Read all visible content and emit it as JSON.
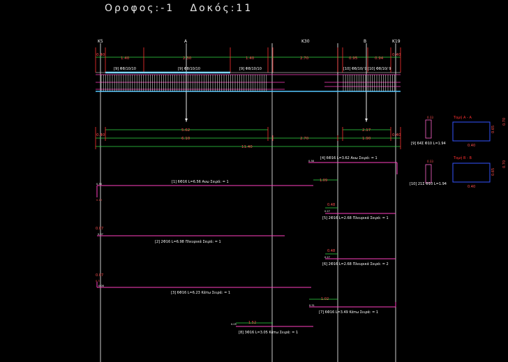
{
  "title": "Οροφος:-1   Δοκός:11",
  "colors": {
    "background": "#000000",
    "axis": "#ffffff",
    "dim_red": "#ff3030",
    "dim_green": "#33dd44",
    "bar": "#ff3fbf",
    "section": "#3355ff",
    "beam_top": "#55c8ff",
    "label": "#ffffff",
    "stirrup": "#ff66cc"
  },
  "grid_labels": {
    "k5": "K5",
    "a": "A",
    "k30": "K30",
    "b": "B",
    "k19": "K19"
  },
  "top_dims": {
    "d1": "0.40",
    "d2": "1.40",
    "d3": "2.30",
    "d4": "1.40",
    "d5": "2.70",
    "d6": "0.95",
    "d7": "0.94",
    "d8": "0.40"
  },
  "stirrup_labels": {
    "s1": "[9] Φ8/10/10",
    "s2": "[9] Φ8/10/10",
    "s3": "[9] Φ8/10/10",
    "s4": "[10] Φ8/10/ 9",
    "s5": "[10] Φ8/10/ 9"
  },
  "mid_dims": {
    "r1": "5.62",
    "r1b": "2.17",
    "r2a": "0.40",
    "r2b": "6.10",
    "r2c": "2.70",
    "r2d": "1.90",
    "r2e": "0.40",
    "r3": "11.40"
  },
  "sections": {
    "sec9_label": "[9] 64Σ Φ10 L=1.94",
    "sec10_label": "[10] 21Σ Φ10 L=1.94",
    "tomi_a": "Τομή Α - Α",
    "tomi_b": "Τομή Β - Β",
    "w1": "0.40",
    "w2": "0.40",
    "h1": "0.65",
    "h2": "0.65",
    "h1b": "0.70",
    "h2b": "0.70",
    "s9": "0.33",
    "s10": "0.33"
  },
  "bars": {
    "b4": "[4] 6Φ16 L=3.62 Ανω Σειρά: = 1",
    "b4_hook": "0.38",
    "b1": "[1] 6Φ16 L=6.56 Ανω Σειρά: = 1",
    "b1_hook": "0.38",
    "b1_lap": "1.09",
    "b1_left": "0.19",
    "b5": "[5] 2Φ16 L=2.68 Πλευρικά Σειρά: = 1",
    "b5_dim": "0.48",
    "b5_hook": "0.27",
    "b2": "[2] 2Φ16 L=6.98 Πλευρικά Σειρά: = 1",
    "b2_dim": "0.07",
    "b2_hook": "0.07",
    "b6": "[6] 2Φ16 L=2.68 Πλευρικά Σειρά: = 2",
    "b6_dim": "0.48",
    "b6_hook": "0.27",
    "b3": "[3] 6Φ16 L=6.23 Κάτω Σειρά: = 1",
    "b3_dim": "0.07",
    "b3_hook": "0.08",
    "b3_left": "0.3",
    "b7": "[7] 6Φ16 L=3.49 Κάτω Σειρά: = 1",
    "b7_dim": "1.02",
    "b7_hook": "0.31",
    "b8": "[8] 3Φ16 L=3.05 Κάτω Σειρά: = 1",
    "b8_dim": "1.52",
    "b8_hook": "0.05"
  }
}
